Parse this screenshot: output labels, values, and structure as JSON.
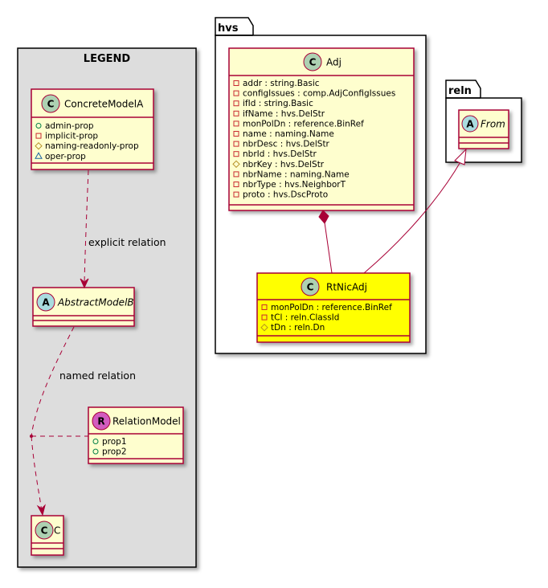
{
  "hvs_package": {
    "name": "hvs",
    "adj": {
      "stereotype": "C",
      "name": "Adj",
      "attributes": [
        {
          "vis": "private",
          "text": "addr : string.Basic"
        },
        {
          "vis": "private",
          "text": "configIssues : comp.AdjConfigIssues"
        },
        {
          "vis": "private",
          "text": "ifId : string.Basic"
        },
        {
          "vis": "private",
          "text": "ifName : hvs.DelStr"
        },
        {
          "vis": "private",
          "text": "monPolDn : reference.BinRef"
        },
        {
          "vis": "private",
          "text": "name : naming.Name"
        },
        {
          "vis": "private",
          "text": "nbrDesc : hvs.DelStr"
        },
        {
          "vis": "private",
          "text": "nbrId : hvs.DelStr"
        },
        {
          "vis": "protected",
          "text": "nbrKey : hvs.DelStr"
        },
        {
          "vis": "private",
          "text": "nbrName : naming.Name"
        },
        {
          "vis": "private",
          "text": "nbrType : hvs.NeighborT"
        },
        {
          "vis": "private",
          "text": "proto : hvs.DscProto"
        }
      ]
    },
    "rtnicadj": {
      "stereotype": "C",
      "name": "RtNicAdj",
      "highlight_color": "#FFFF00",
      "attributes": [
        {
          "vis": "private",
          "text": "monPolDn : reference.BinRef"
        },
        {
          "vis": "private",
          "text": "tCl : reln.ClassId"
        },
        {
          "vis": "protected",
          "text": "tDn : reln.Dn"
        }
      ]
    }
  },
  "reln_package": {
    "name": "reln",
    "from": {
      "stereotype": "A",
      "name": "From"
    }
  },
  "legend": {
    "title": "LEGEND",
    "concrete": {
      "stereotype": "C",
      "name": "ConcreteModelA",
      "attributes": [
        {
          "vis": "public",
          "text": "admin-prop"
        },
        {
          "vis": "private",
          "text": "implicit-prop"
        },
        {
          "vis": "protected",
          "text": "naming-readonly-prop"
        },
        {
          "vis": "package",
          "text": "oper-prop"
        }
      ]
    },
    "abstract": {
      "stereotype": "A",
      "name": "AbstractModelB"
    },
    "relation": {
      "stereotype": "R",
      "name": "RelationModel",
      "attributes": [
        {
          "vis": "public",
          "text": "prop1"
        },
        {
          "vis": "public",
          "text": "prop2"
        }
      ]
    },
    "c": {
      "stereotype": "C",
      "name": "C"
    },
    "explicit_label": "explicit relation",
    "named_label": "named relation"
  },
  "colors": {
    "class_fill": "#FEFECE",
    "class_border": "#A80036",
    "highlight": "#FFFF00",
    "legend_bg": "#DDDDDD",
    "circle_class": "#ADD1B2",
    "circle_abstract": "#A9DCDF",
    "circle_relation": "#D25CBF"
  }
}
